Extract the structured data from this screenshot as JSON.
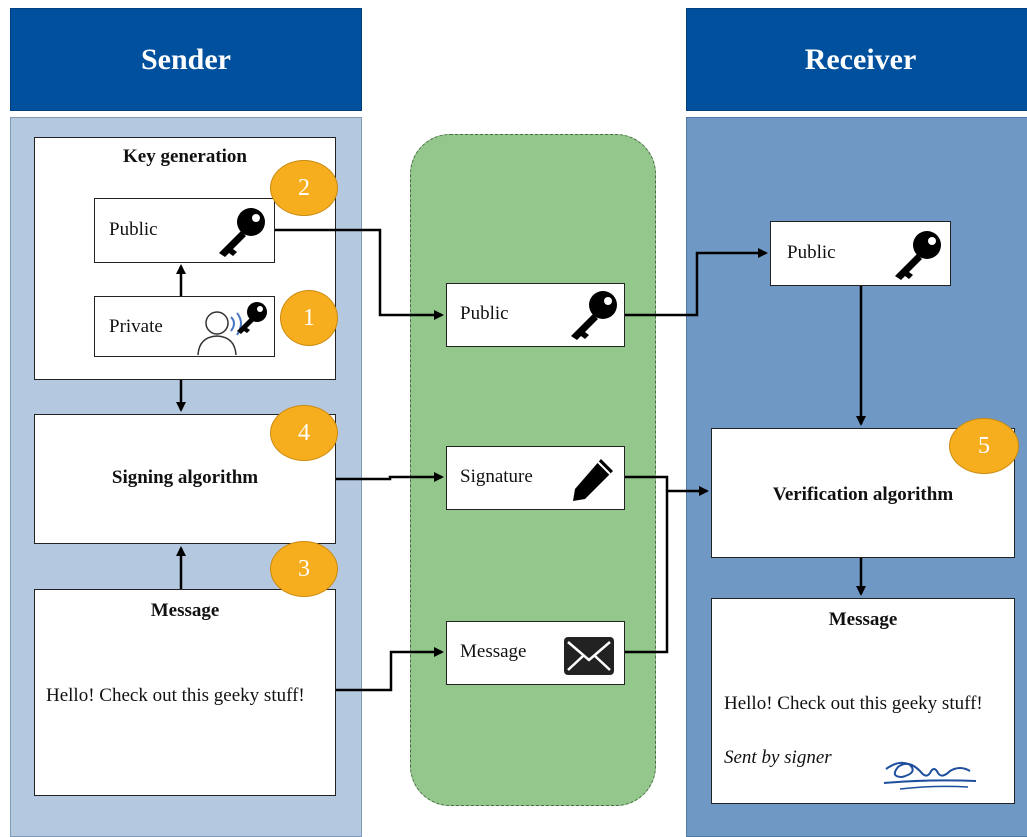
{
  "sender": {
    "header": "Sender",
    "key_generation": {
      "title": "Key generation",
      "public_label": "Public",
      "private_label": "Private"
    },
    "signing_algorithm": "Signing algorithm",
    "message": {
      "title": "Message",
      "text": "Hello! Check out this geeky stuff!"
    }
  },
  "channel": {
    "public_label": "Public",
    "signature_label": "Signature",
    "message_label": "Message"
  },
  "receiver": {
    "header": "Receiver",
    "public_label": "Public",
    "verification_algorithm": "Verification algorithm",
    "message": {
      "title": "Message",
      "text": "Hello! Check out this geeky stuff!",
      "signed_by": "Sent by signer"
    }
  },
  "steps": [
    "1",
    "2",
    "3",
    "4",
    "5"
  ],
  "colors": {
    "header_blue": "#00509e",
    "sender_panel": "#b4c9e0",
    "receiver_panel": "#6f99c4",
    "channel_green": "#93c78b",
    "step_badge": "#f6ad1e"
  },
  "icons": {
    "key": "key-icon",
    "user_key": "user-key-icon",
    "pencil": "pencil-icon",
    "envelope": "envelope-icon",
    "signature": "signature-icon"
  }
}
